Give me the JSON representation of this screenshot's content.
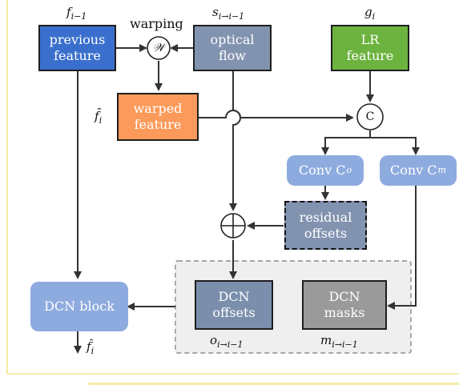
{
  "nodes": {
    "previous_feature": "previous\nfeature",
    "optical_flow": "optical\nflow",
    "lr_feature": "LR\nfeature",
    "warped_feature": "warped\nfeature",
    "conv_co": "Conv C",
    "conv_co_sup": "o",
    "conv_cm": "Conv C",
    "conv_cm_sup": "m",
    "residual_offsets": "residual\noffsets",
    "dcn_offsets": "DCN\noffsets",
    "dcn_masks": "DCN\nmasks",
    "dcn_block": "DCN block"
  },
  "labels": {
    "f": "f",
    "f_sub": "i−1",
    "s": "s",
    "s_sub": "i→i−1",
    "g": "g",
    "g_sub": "i",
    "warping": "warping",
    "fbar": "f̄",
    "fbar_sub": "i",
    "o": "o",
    "o_sub": "i→i−1",
    "m": "m",
    "m_sub": "i→i−1",
    "fhat": "f̂",
    "fhat_sub": "i"
  },
  "operators": {
    "warp": "𝒲",
    "concat": "C"
  },
  "colors": {
    "previous_feature": "#3a6fcd",
    "optical_flow": "#8293b0",
    "lr_feature": "#6db33f",
    "warped_feature": "#fb9a5a",
    "conv": "#8eabdf",
    "residual_offsets": "#8293b0",
    "dcn_offsets": "#7b8fad",
    "dcn_masks": "#9a9a9a",
    "dcn_block": "#8eabdf",
    "group_bg": "#efefef"
  }
}
